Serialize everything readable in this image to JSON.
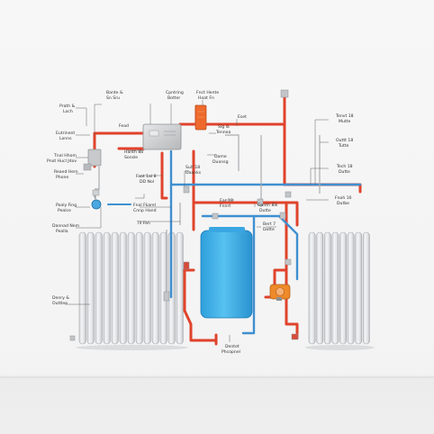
{
  "diagram": {
    "labels": {
      "top_left_a": "Bante &",
      "top_left_b": "Sn Sru",
      "top_mid_a": "Cpntring",
      "top_mid_b": "Botter",
      "top_right_a": "Fnct Hente",
      "top_right_b": "Hoat Fn",
      "left_1a": "Prath &",
      "left_1b": "Loch",
      "left_2a": "Eutrinent",
      "left_2b": "Lonns",
      "left_3a": "Tnal Hhom",
      "left_3b": "Pnot Hucl Jdov",
      "left_4a": "Reaed Hem",
      "left_4b": "Phone",
      "left_5a": "Poaly Fing",
      "left_5b": "Pealce",
      "left_6a": "Dannad Nem",
      "left_6b": "Pealla",
      "left_7a": "Denry &",
      "left_7b": "Outtlee",
      "fead": "Fead",
      "harnh_a": "Hanth 8b",
      "harnh_b": "Sonsle",
      "faal_a": "Faat 1al 8",
      "faal_b": "DD Nol",
      "fnal_a": "Fnal Fkarel",
      "fnal_b": "Cnnp Hand",
      "tl_fan": "Tll Fan",
      "sigla": "Sig Ia",
      "tenne": "Tennea",
      "eset": "Eset",
      "dame_a": "Dame",
      "dame_b": "Duonsg",
      "sult_a": "Sult 18",
      "sult_b": "Daanks",
      "ear_a": "Ear 18",
      "ear_b": "Fnnrt",
      "ganth_a": "Ganth 8Ik",
      "ganth_b": "Dutte",
      "bert_a": "Bert 7",
      "bert_b": "Dotte",
      "right_1a": "Tenvt 18",
      "right_1b": "Mutte",
      "right_2a": "Outtt 18",
      "right_2b": "Tutte",
      "right_3a": "Tech 18",
      "right_3b": "Dutte",
      "right_4a": "Fnoh 16",
      "right_4b": "Dutbe",
      "bottom_a": "Dentet",
      "bottom_b": "Phcopnel"
    },
    "colors": {
      "hot_pipe": "#e0432c",
      "cold_pipe": "#3f8fd0",
      "tank": "#3fb2ea",
      "radiator": "#e4e6e8",
      "component": "#c9cbcd",
      "pump_accent": "#ee8a2a"
    },
    "icons": {
      "boiler": "boiler-icon",
      "tank": "expansion-tank-icon",
      "pump": "circulation-pump-icon",
      "valve": "valve-icon",
      "heater": "heater-icon",
      "radiator": "radiator-icon"
    }
  }
}
